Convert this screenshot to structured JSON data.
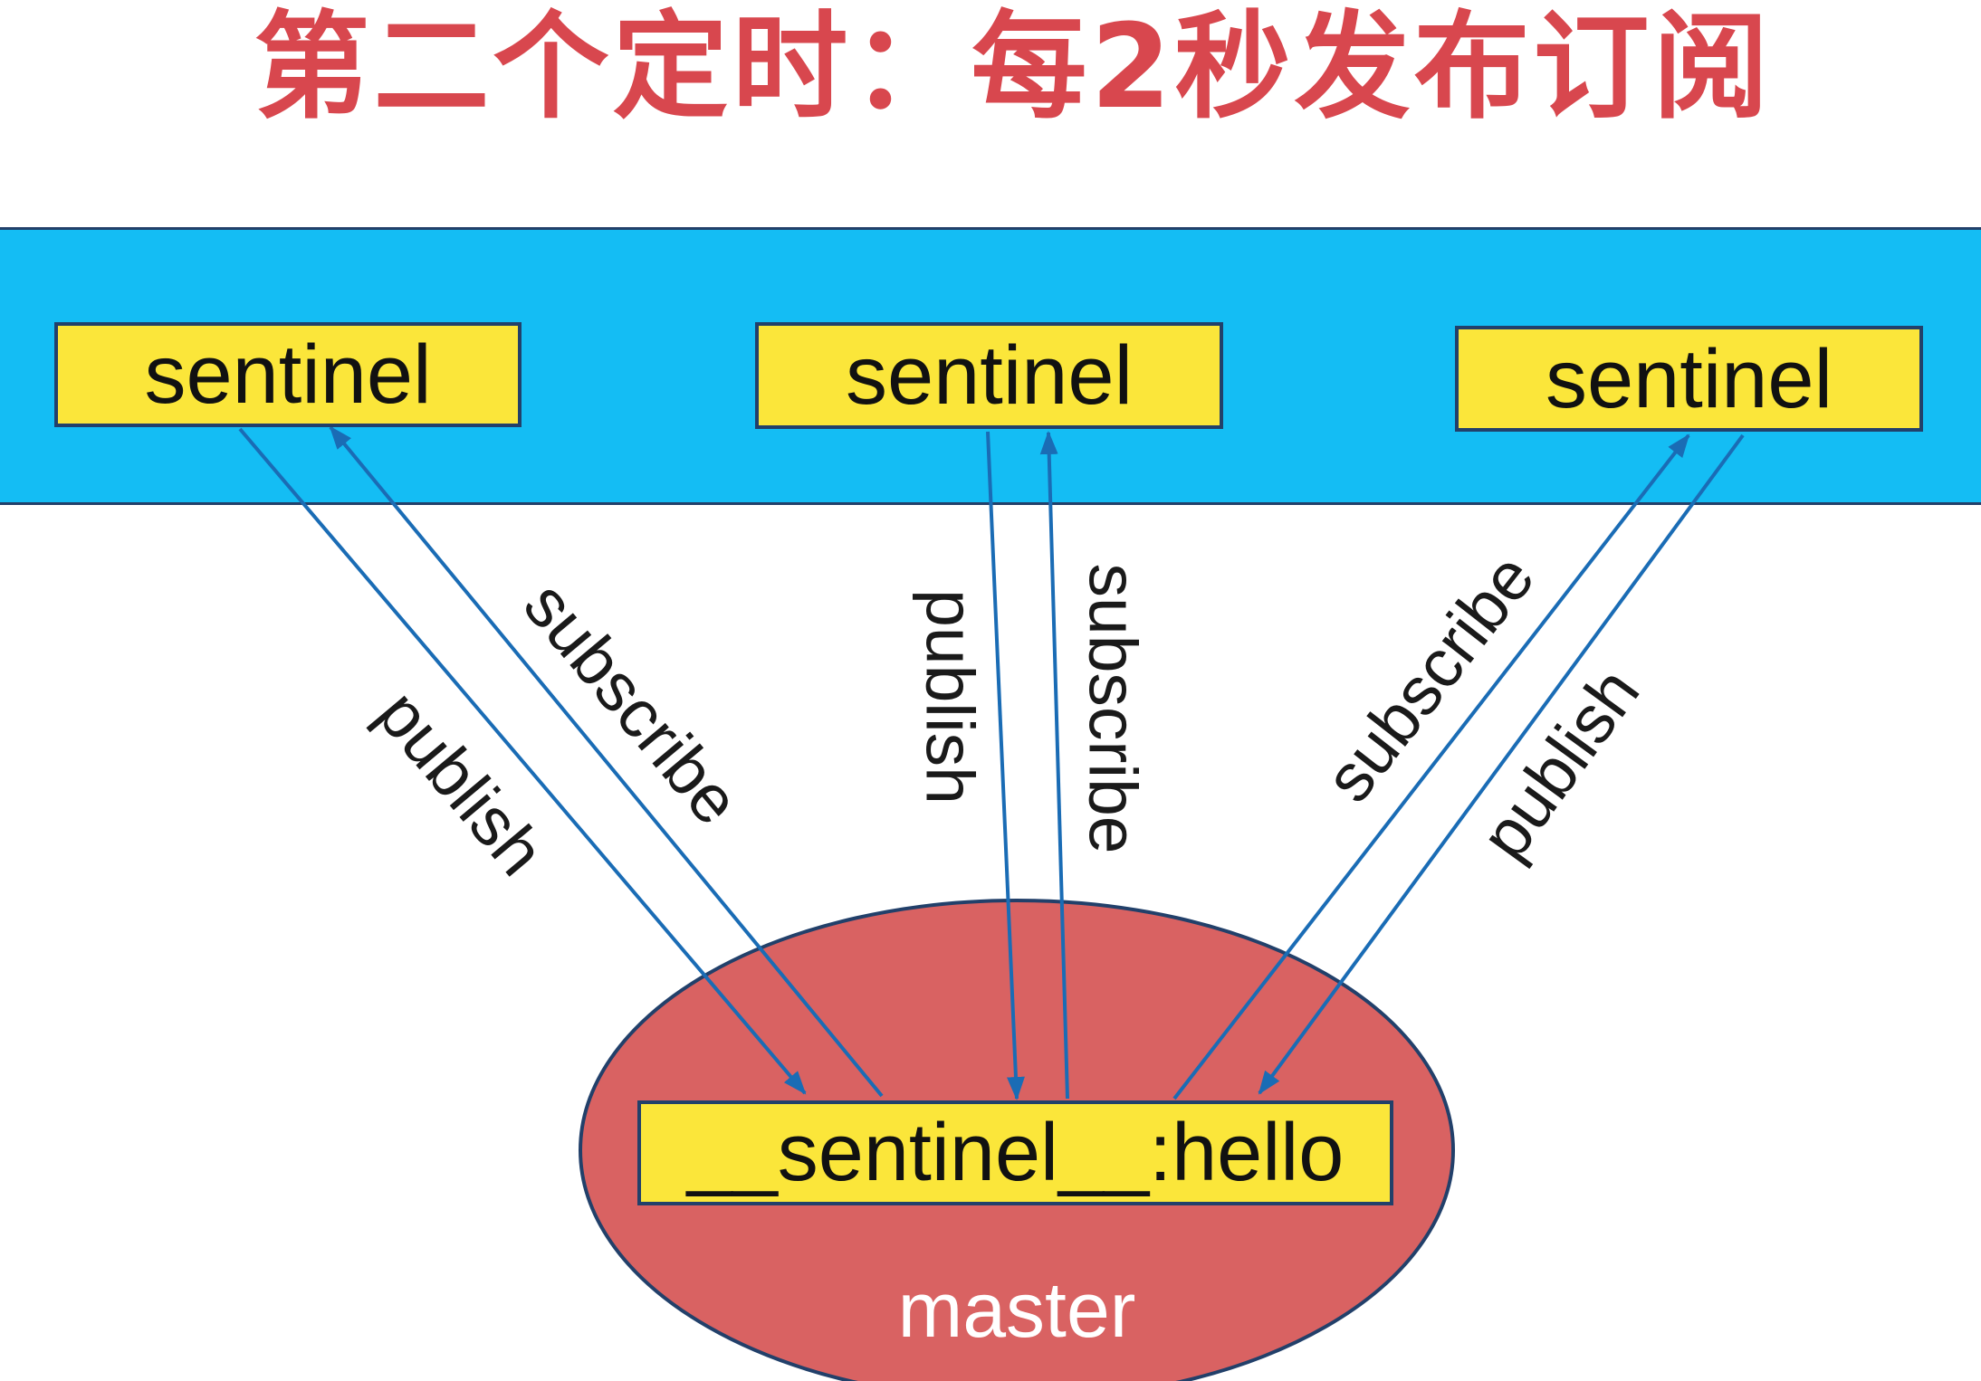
{
  "title": "第二个定时：每2秒发布订阅",
  "sentinels": [
    {
      "label": "sentinel"
    },
    {
      "label": "sentinel"
    },
    {
      "label": "sentinel"
    }
  ],
  "links": [
    {
      "publish": "publish",
      "subscribe": "subscribe"
    },
    {
      "publish": "publish",
      "subscribe": "subscribe"
    },
    {
      "publish": "publish",
      "subscribe": "subscribe"
    }
  ],
  "master": {
    "channel": "__sentinel__:hello",
    "label": "master"
  },
  "colors": {
    "title": "#d8474e",
    "band": "#14bdf4",
    "box": "#fbe63a",
    "master": "#d96262",
    "arrow": "#1a6cb5",
    "outline": "#22406a"
  }
}
